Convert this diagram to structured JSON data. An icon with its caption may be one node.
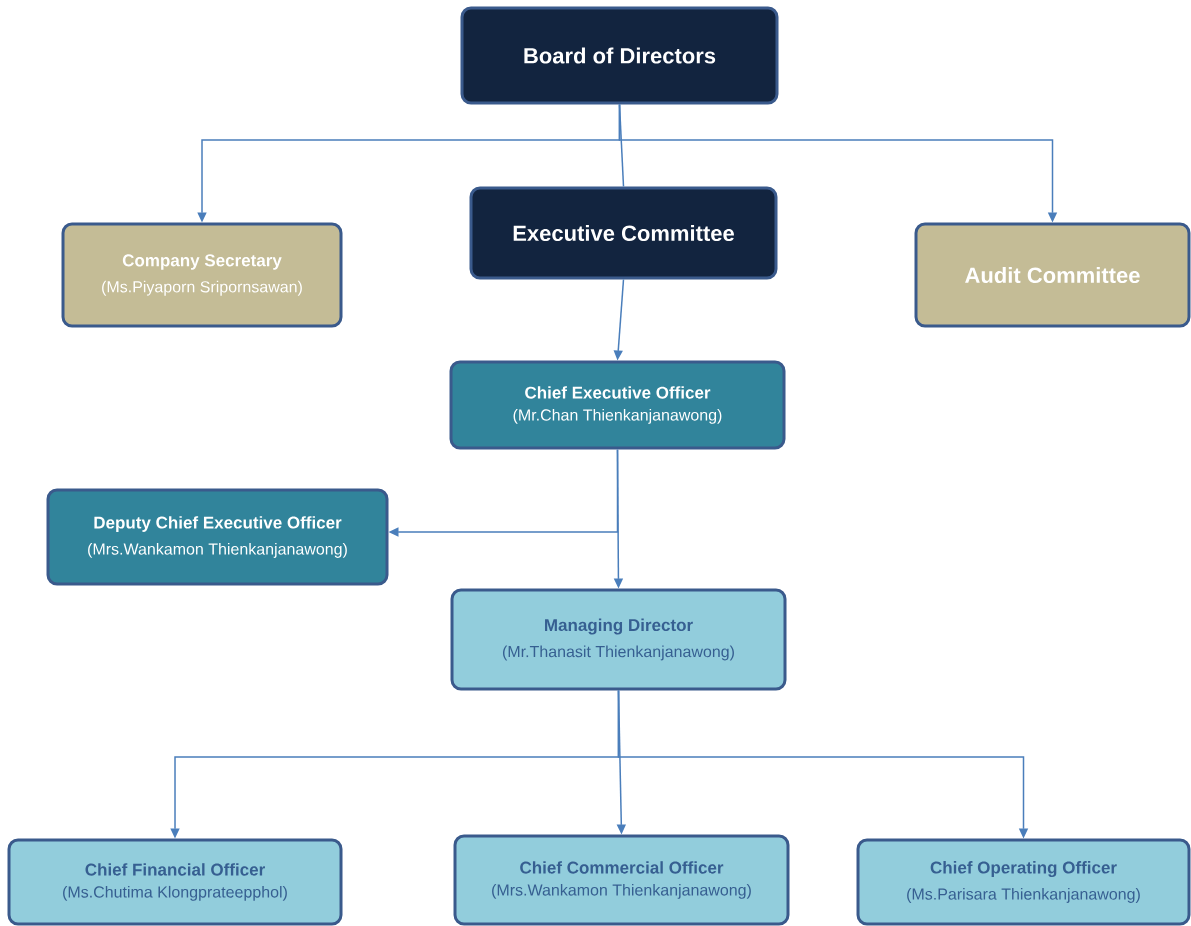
{
  "diagram": {
    "nodes": [
      {
        "text": [
          "Board of Directors"
        ]
      },
      {
        "text": [
          "Company Secretary",
          "(Ms.Piyaporn Sripornsawan)"
        ]
      },
      {
        "text": [
          "Executive Committee"
        ]
      },
      {
        "text": [
          "Audit Committee"
        ]
      },
      {
        "text": [
          "Chief Executive Officer",
          "(Mr.Chan Thienkanjanawong)"
        ]
      },
      {
        "text": [
          "Deputy Chief Executive Officer",
          "(Mrs.Wankamon Thienkanjanawong)"
        ]
      },
      {
        "text": [
          "Managing Director",
          "(Mr.Thanasit  Thienkanjanawong)"
        ]
      },
      {
        "text": [
          "Chief Financial Officer",
          "(Ms.Chutima Klongprateepphol)"
        ]
      },
      {
        "text": [
          "Chief Commercial Officer",
          "(Mrs.Wankamon Thienkanjanawong)"
        ]
      },
      {
        "text": [
          "Chief Operating Officer",
          "(Ms.Parisara Thienkanjanawong)"
        ]
      }
    ],
    "edges": [
      {
        "from": 0,
        "to": 1,
        "arrow": "to"
      },
      {
        "from": 0,
        "to": 2,
        "arrow": "none"
      },
      {
        "from": 0,
        "to": 3,
        "arrow": "to"
      },
      {
        "from": 2,
        "to": 4,
        "arrow": "to"
      },
      {
        "from": 4,
        "to": 5,
        "arrow": "to"
      },
      {
        "from": 4,
        "to": 6,
        "arrow": "to"
      },
      {
        "from": 6,
        "to": 7,
        "arrow": "to"
      },
      {
        "from": 6,
        "to": 8,
        "arrow": "to"
      },
      {
        "from": 6,
        "to": 9,
        "arrow": "to"
      }
    ]
  }
}
